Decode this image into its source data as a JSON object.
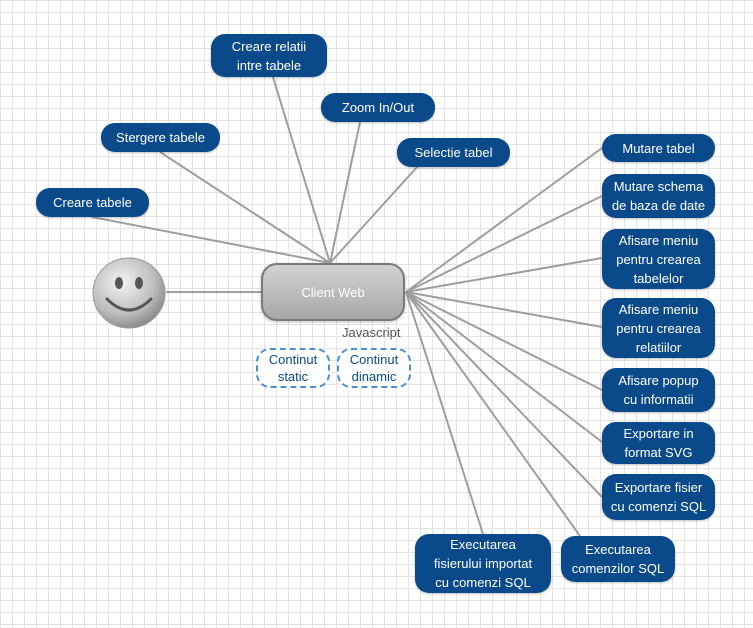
{
  "diagram": {
    "center": {
      "label": "Client Web",
      "note": "Javascript"
    },
    "content_types": [
      {
        "id": "static",
        "label": "Continut\nstatic"
      },
      {
        "id": "dynamic",
        "label": "Continut\ndinamic"
      }
    ],
    "nodes": [
      {
        "id": "creare-relatii",
        "label": "Creare relatii\nintre tabele"
      },
      {
        "id": "zoom",
        "label": "Zoom In/Out"
      },
      {
        "id": "stergere",
        "label": "Stergere tabele"
      },
      {
        "id": "selectie",
        "label": "Selectie tabel"
      },
      {
        "id": "creare-tabele",
        "label": "Creare tabele"
      },
      {
        "id": "mutare-tabel",
        "label": "Mutare tabel"
      },
      {
        "id": "mutare-schema",
        "label": "Mutare schema\nde baza de date"
      },
      {
        "id": "meniu-tabele",
        "label": "Afisare meniu\npentru crearea\ntabelelor"
      },
      {
        "id": "meniu-relatii",
        "label": "Afisare meniu\npentru crearea\nrelatiilor"
      },
      {
        "id": "popup",
        "label": "Afisare popup\ncu informatii"
      },
      {
        "id": "svg",
        "label": "Exportare in\nformat SVG"
      },
      {
        "id": "export-sql",
        "label": "Exportare fisier\ncu comenzi SQL"
      },
      {
        "id": "exec-fisier",
        "label": "Executarea\nfisierului importat\ncu comenzi SQL"
      },
      {
        "id": "exec-comenzi",
        "label": "Executarea\ncomenzilor SQL"
      }
    ],
    "colors": {
      "node_fill": "#0b4a8a",
      "node_text": "#ffffff",
      "connector": "#9e9e9e",
      "dashed_border": "#4a90d0",
      "center_fill": "#b8b8b8"
    },
    "actor_icon": "smiley-face-icon"
  }
}
